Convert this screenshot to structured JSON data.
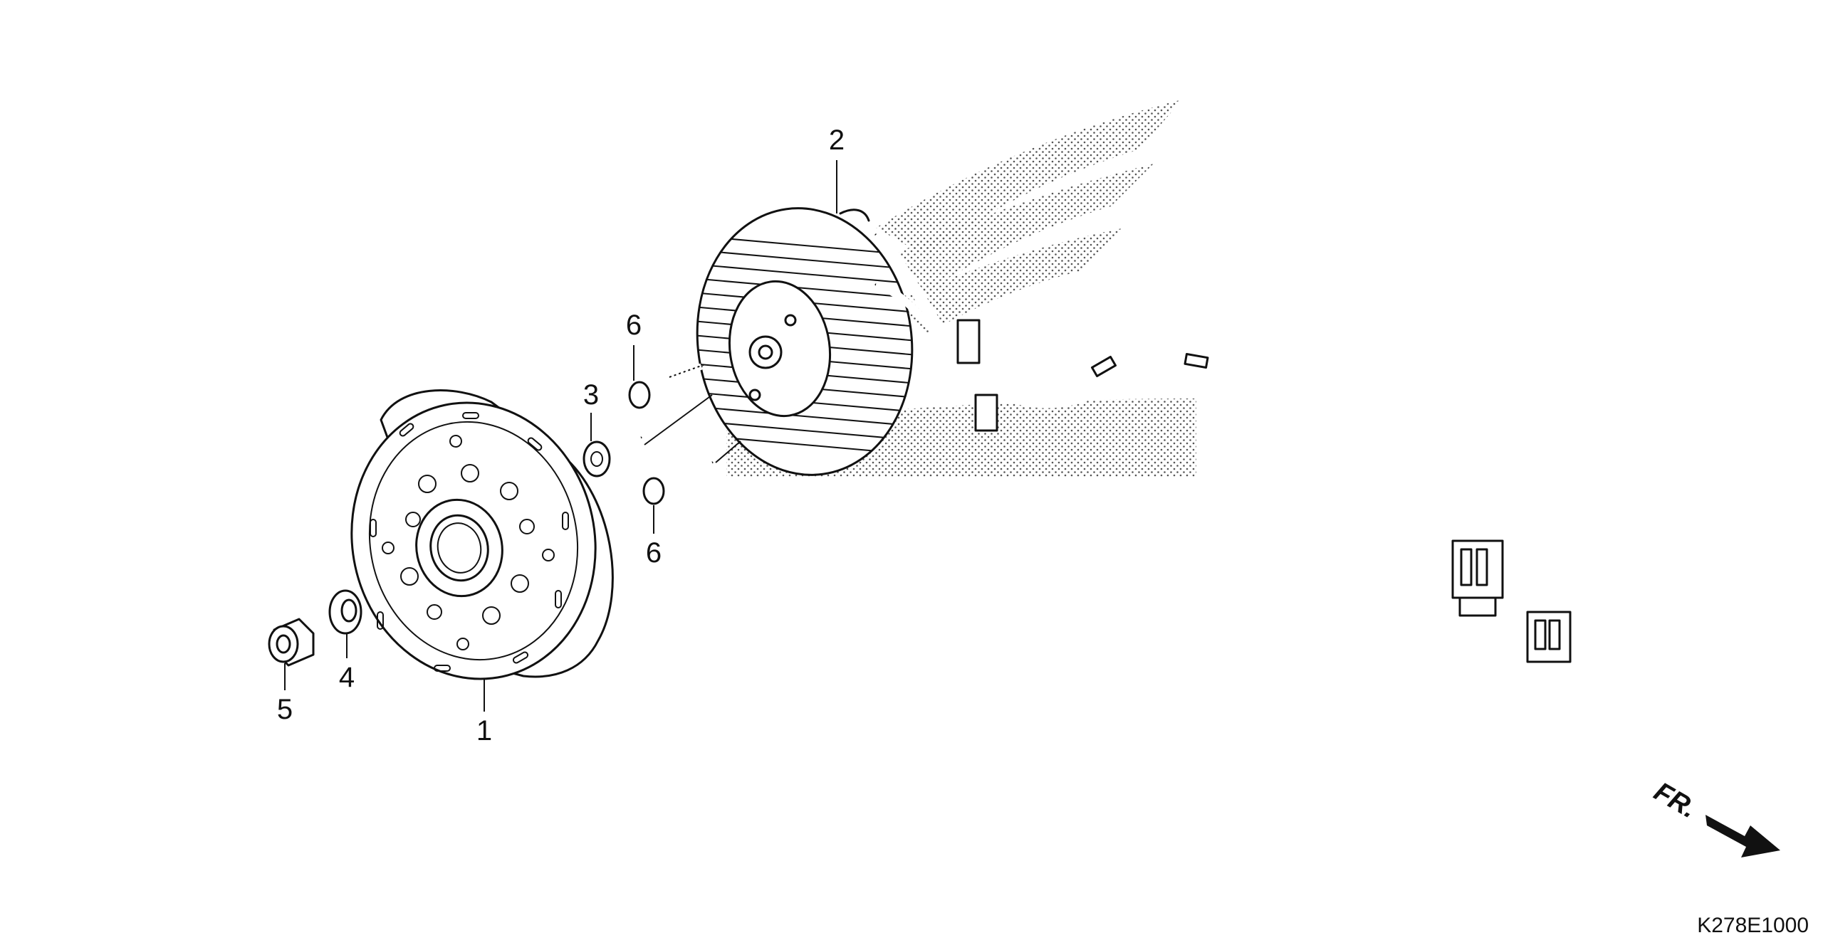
{
  "diagram": {
    "code": "K278E1000",
    "front_marker": "FR.",
    "callouts": [
      {
        "id": "1",
        "text": "1"
      },
      {
        "id": "2",
        "text": "2"
      },
      {
        "id": "3",
        "text": "3"
      },
      {
        "id": "4",
        "text": "4"
      },
      {
        "id": "5",
        "text": "5"
      },
      {
        "id": "6a",
        "text": "6"
      },
      {
        "id": "6b",
        "text": "6"
      }
    ]
  },
  "colors": {
    "ink": "#111111",
    "paper": "#ffffff",
    "stipple": "#555555"
  }
}
